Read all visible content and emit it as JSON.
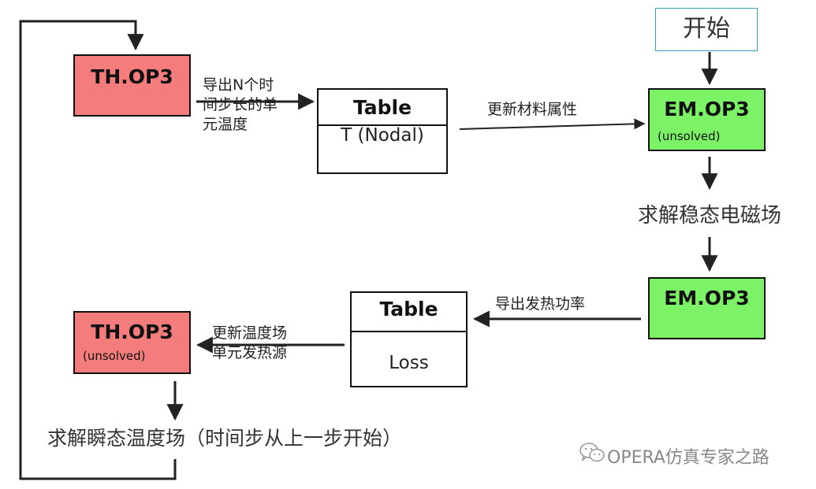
{
  "start": {
    "label": "开始"
  },
  "nodes": {
    "th_top": {
      "title": "TH.OP3"
    },
    "table_top": {
      "header": "Table",
      "cell": "T (Nodal)"
    },
    "em_top": {
      "title": "EM.OP3",
      "subtitle": "(unsolved)"
    },
    "em_bottom": {
      "title": "EM.OP3"
    },
    "table_bottom": {
      "header": "Table",
      "cell": "Loss"
    },
    "th_bottom": {
      "title": "TH.OP3",
      "subtitle": "(unsolved)"
    }
  },
  "edges": {
    "export_temperature": "导出N个时\n间步长的单\n元温度",
    "update_material": "更新材料属性",
    "solve_steady": "求解稳态电磁场",
    "export_heat": "导出发热功率",
    "update_temp_source": "更新温度场\n单元发热源",
    "solve_transient": "求解瞬态温度场（时间步从上一步开始）"
  },
  "watermark": {
    "text": "OPERA仿真专家之路",
    "icon": "wechat-icon"
  },
  "colors": {
    "th_fill": "#f47c7c",
    "em_fill": "#7cf266",
    "start_border": "#3aa0b8"
  }
}
